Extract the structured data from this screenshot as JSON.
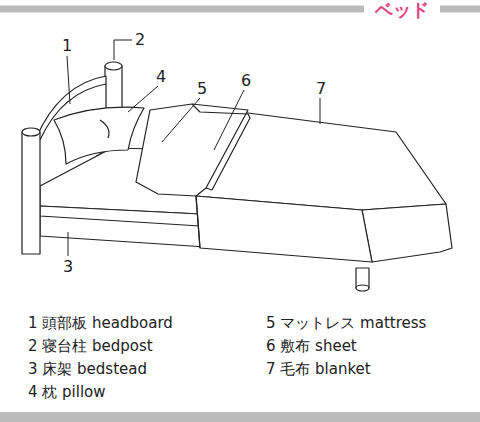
{
  "diagram": {
    "title": "ベッド",
    "labels": [
      "1",
      "2",
      "4",
      "5",
      "6",
      "7",
      "3",
      "1 頭部板 headboard",
      "2 寝台柱 bedpost",
      "3 床架 bedstead",
      "4 枕 pillow",
      "5 マットレス mattress",
      "6 敷布 sheet",
      "7 毛布 blanket"
    ]
  }
}
